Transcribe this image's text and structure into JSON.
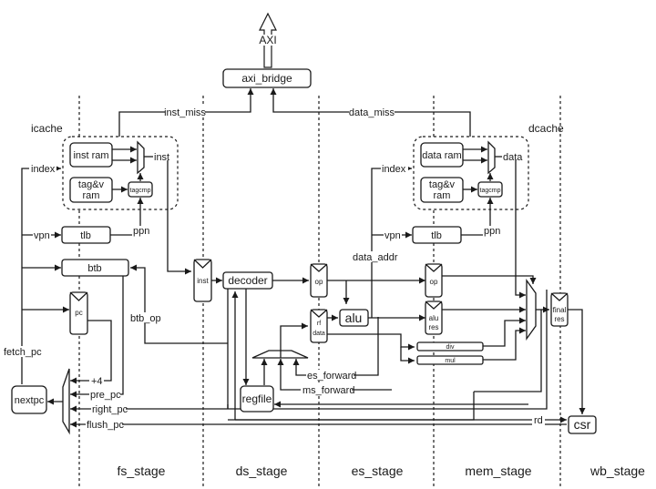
{
  "title": "CPU pipeline block diagram",
  "bus": {
    "label": "AXI"
  },
  "blocks": {
    "axi_bridge": "axi_bridge",
    "icache_label": "icache",
    "dcache_label": "dcache",
    "inst_ram": "inst ram",
    "data_ram": "data ram",
    "tag_v_ram_line1": "tag&v",
    "tag_v_ram_line2": "ram",
    "tagcmp": "tagcmp",
    "tlb": "tlb",
    "btb": "btb",
    "pc": "pc",
    "nextpc": "nextpc",
    "inst_reg": "inst",
    "decoder": "decoder",
    "regfile": "regfile",
    "op": "op",
    "rf_data_line1": "rf",
    "rf_data_line2": "data",
    "alu": "alu",
    "alu_res_line1": "alu",
    "alu_res_line2": "res",
    "div": "div",
    "mul": "mul",
    "final_res_line1": "final",
    "final_res_line2": "res",
    "csr": "csr"
  },
  "signals": {
    "inst_miss": "inst_miss",
    "data_miss": "data_miss",
    "index": "index",
    "vpn": "vpn",
    "ppn": "ppn",
    "inst": "inst",
    "data": "data",
    "data_addr": "data_addr",
    "fetch_pc": "fetch_pc",
    "btb_op": "btb_op",
    "plus4": "+4",
    "pre_pc": "pre_pc",
    "right_pc": "right_pc",
    "flush_pc": "flush_pc",
    "es_forward": "es_forward",
    "ms_forward": "ms_forward",
    "rd": "rd"
  },
  "stages": [
    "fs_stage",
    "ds_stage",
    "es_stage",
    "mem_stage",
    "wb_stage"
  ]
}
